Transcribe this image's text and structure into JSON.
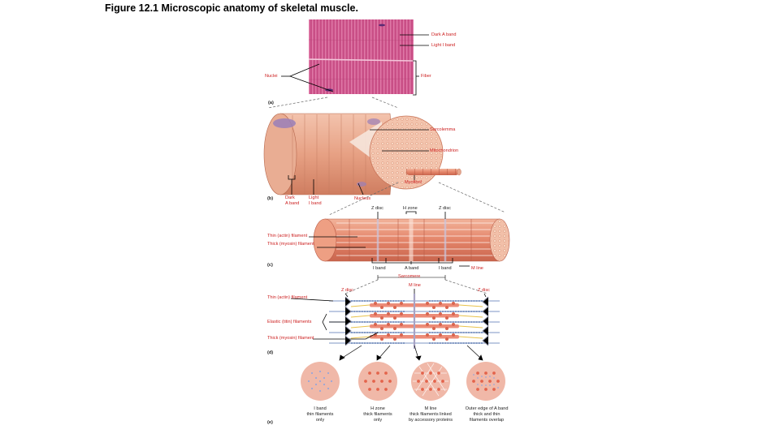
{
  "figure": {
    "title": "Figure 12.1  Microscopic anatomy of skeletal muscle."
  },
  "panel_a": {
    "letter": "(a)",
    "labels": {
      "dark_a_band": "Dark A band",
      "light_i_band": "Light I band",
      "nuclei": "Nuclei",
      "fiber": "Fiber"
    }
  },
  "panel_b": {
    "letter": "(b)",
    "labels": {
      "sarcolemma": "Sarcolemma",
      "mitochondrion": "Mitochondrion",
      "myofibril": "Myofibril",
      "dark_a_band": "Dark\nA band",
      "light_i_band": "Light\nI band",
      "nucleus": "Nucleus"
    }
  },
  "panel_c": {
    "letter": "(c)",
    "labels": {
      "z_disc_left": "Z disc",
      "h_zone": "H zone",
      "z_disc_right": "Z disc",
      "thin_filament": "Thin (actin) filament",
      "thick_filament": "Thick (myosin) filament",
      "i_band_left": "I band",
      "a_band": "A band",
      "i_band_right": "I band",
      "m_line": "M line",
      "sarcomere": "Sarcomere"
    }
  },
  "panel_d": {
    "letter": "(d)",
    "labels": {
      "z_disc_left": "Z disc",
      "m_line": "M line",
      "z_disc_right": "Z disc",
      "thin_filament": "Thin (actin) filament",
      "elastic_filaments": "Elastic (titin) filaments",
      "thick_filament": "Thick (myosin) filament"
    }
  },
  "panel_e": {
    "letter": "(e)",
    "sections": [
      {
        "caption": "I band\nthin filaments\nonly"
      },
      {
        "caption": "H zone\nthick filaments\nonly"
      },
      {
        "caption": "M line\nthick filaments linked\nby accessory proteins"
      },
      {
        "caption": "Outer edge of A band\nthick and thin\nfilaments overlap"
      }
    ]
  },
  "colors": {
    "label_red": "#cc1f1f",
    "micrograph": "#c94f86",
    "muscle_fiber": "#e8a98c",
    "myofibril": "#e38f6f",
    "cross_section": "#f0a890"
  }
}
